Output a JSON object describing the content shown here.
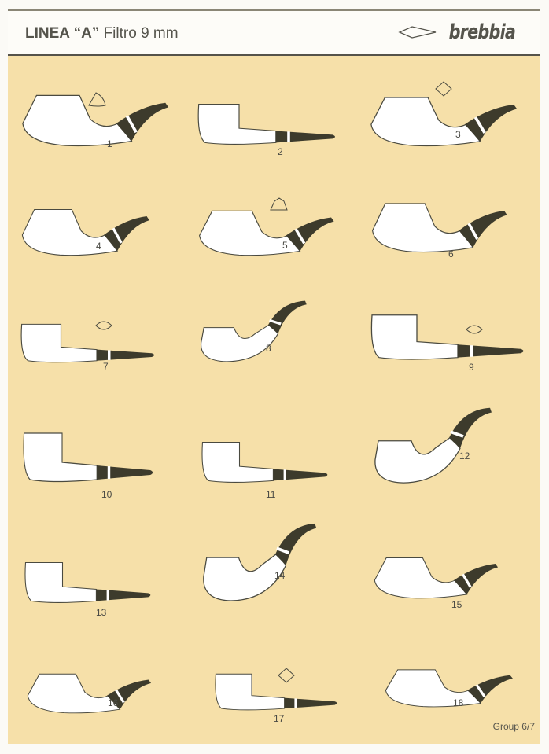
{
  "header": {
    "title_bold": "LINEA “A”",
    "title_rest": " Filtro 9 mm",
    "logo": "brebbia"
  },
  "pipes": [
    {
      "number": "1"
    },
    {
      "number": "2"
    },
    {
      "number": "3"
    },
    {
      "number": "4"
    },
    {
      "number": "5"
    },
    {
      "number": "6"
    },
    {
      "number": "7"
    },
    {
      "number": "8"
    },
    {
      "number": "9"
    },
    {
      "number": "10"
    },
    {
      "number": "11"
    },
    {
      "number": "12"
    },
    {
      "number": "13"
    },
    {
      "number": "14"
    },
    {
      "number": "15"
    },
    {
      "number": "16"
    },
    {
      "number": "17"
    },
    {
      "number": "18"
    }
  ],
  "footer": {
    "group": "Group 6/7"
  },
  "colors": {
    "page": "#f6e0a9",
    "stem": "#3d3b2c",
    "text": "#55544c"
  }
}
